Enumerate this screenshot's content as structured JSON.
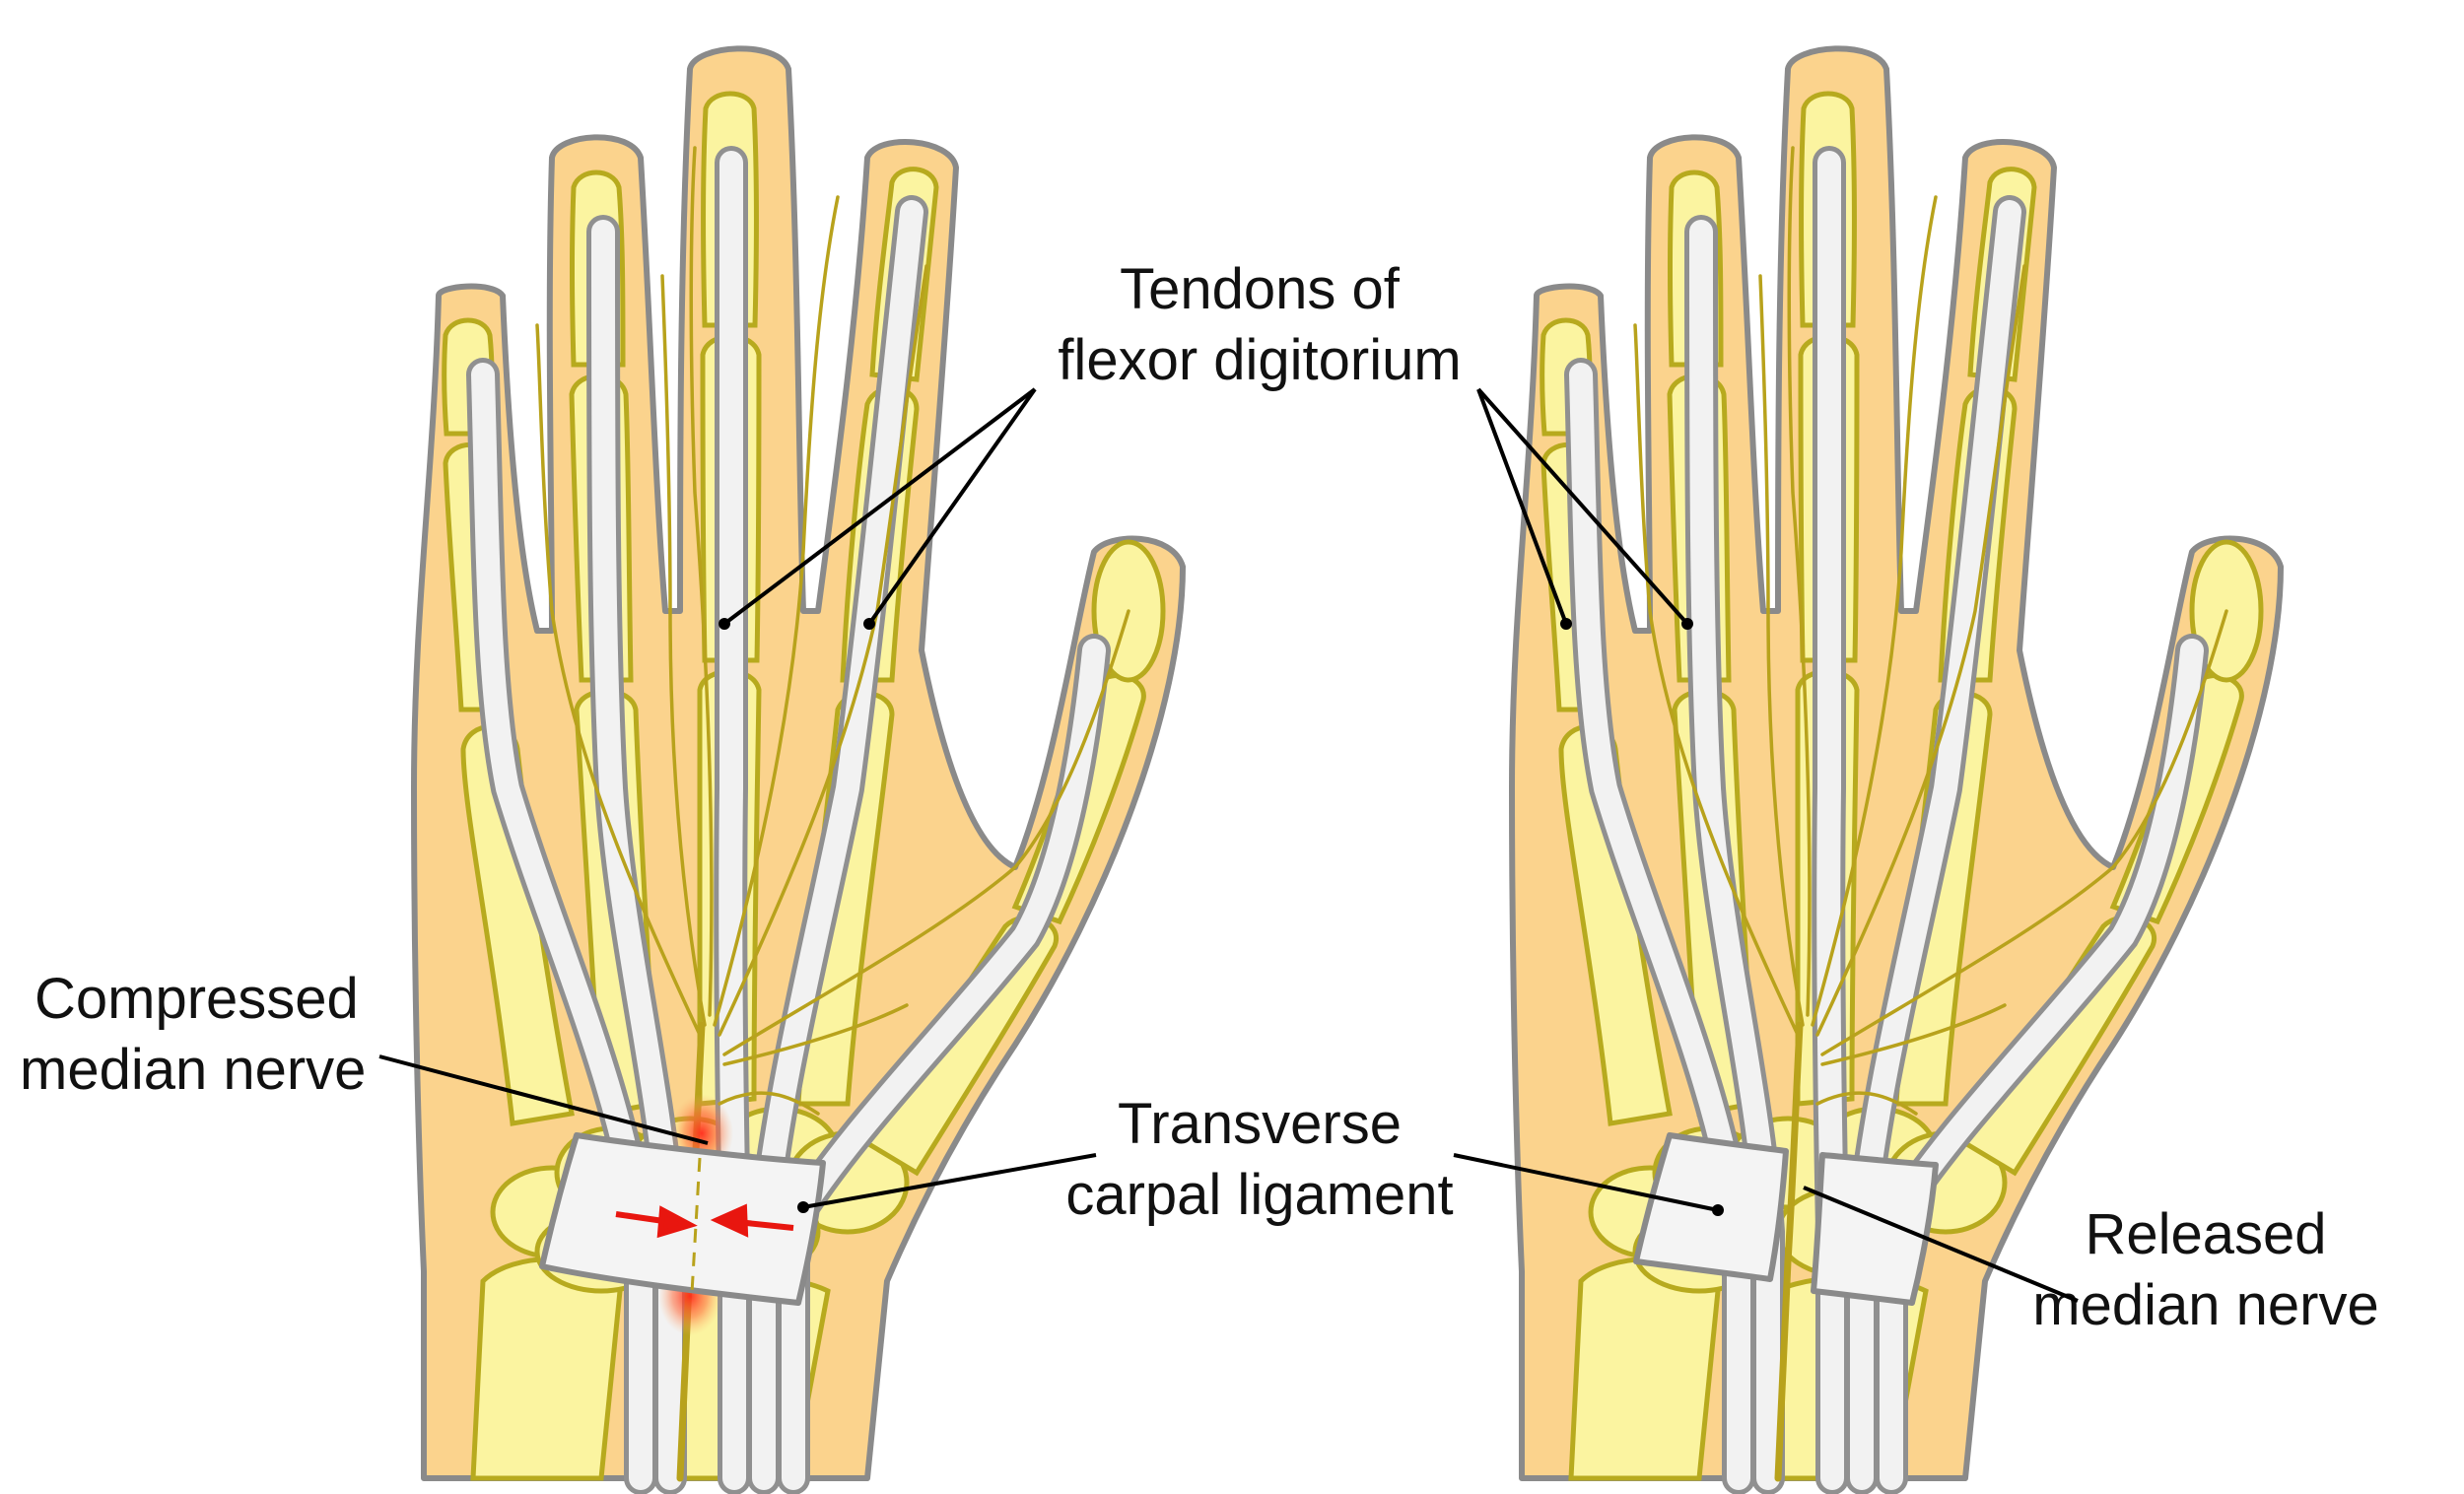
{
  "labels": {
    "tendons": [
      "Tendons of",
      "flexor digitorium"
    ],
    "compressed": [
      "Compressed",
      "median nerve"
    ],
    "ligament": [
      "Transverse",
      "carpal ligament"
    ],
    "released": [
      "Released",
      "median nerve"
    ]
  },
  "colors": {
    "skin": "#fbd38d",
    "bone": "#fbf4a0",
    "nerve": "#b8a21c",
    "tendon": "#f2f2f2",
    "compression": "#e8160f"
  }
}
